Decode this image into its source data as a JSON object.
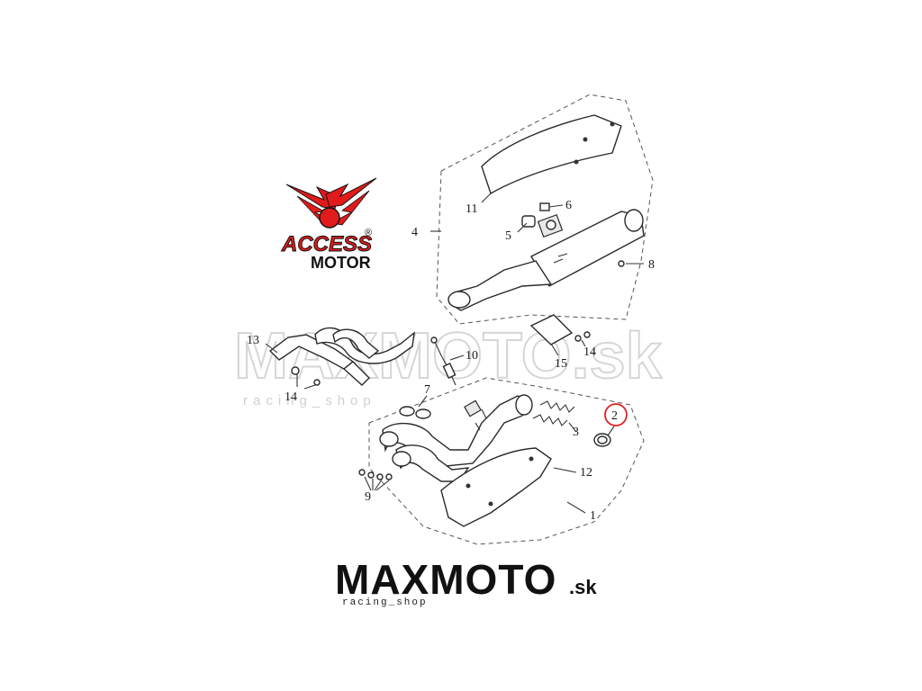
{
  "callouts": {
    "c1": "1",
    "c2": "2",
    "c3": "3",
    "c4": "4",
    "c5": "5",
    "c6": "6",
    "c7": "7",
    "c8": "8",
    "c9": "9",
    "c10": "10",
    "c11": "11",
    "c12": "12",
    "c13": "13",
    "c14a": "14",
    "c14b": "14",
    "c15": "15"
  },
  "highlight": {
    "callout": "2",
    "color": "#e02020"
  },
  "watermark": {
    "main": "MAXMOTO.sk",
    "sub": "racing_shop"
  },
  "brand_footer": {
    "main": "MAXMOTO",
    "sk": ".sk",
    "sub": "racing_shop"
  },
  "logo": {
    "word": "ACCESS",
    "sub": "MOTOR",
    "reg": "®",
    "color": "#e11b1b"
  }
}
